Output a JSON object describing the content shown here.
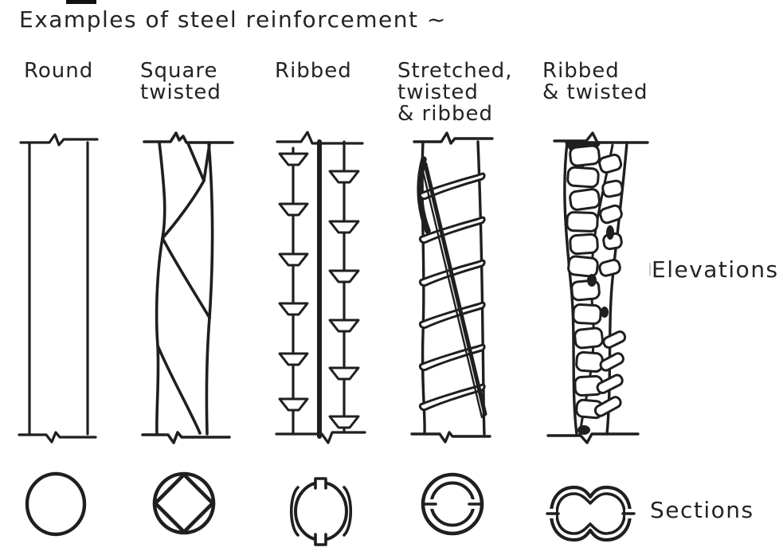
{
  "page": {
    "title": "Examples of steel reinforcement ~"
  },
  "columns": [
    {
      "id": "round",
      "label_lines": [
        "Round"
      ]
    },
    {
      "id": "square-twisted",
      "label_lines": [
        "Square",
        "twisted"
      ]
    },
    {
      "id": "ribbed",
      "label_lines": [
        "Ribbed"
      ]
    },
    {
      "id": "stretched-twisted-ribbed",
      "label_lines": [
        "Stretched,",
        "twisted",
        "& ribbed"
      ]
    },
    {
      "id": "ribbed-and-twisted",
      "label_lines": [
        "Ribbed",
        "& twisted"
      ]
    }
  ],
  "row_labels": {
    "elevations": "Elevations",
    "sections": "Sections"
  },
  "colors": {
    "ink": "#1f1f1f",
    "paper": "#ffffff"
  }
}
